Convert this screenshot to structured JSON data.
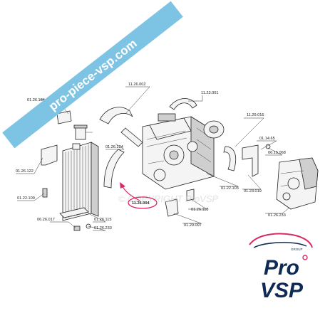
{
  "banner": {
    "text": "pro-piece-vsp.com",
    "color": "#7cc3e4"
  },
  "watermark": {
    "text": "© COPYRIGHT ProVSP"
  },
  "callouts": [
    {
      "id": "c1",
      "code": "01.26.184"
    },
    {
      "id": "c2",
      "code": "11.26.002"
    },
    {
      "id": "c3",
      "code": "11.23.001"
    },
    {
      "id": "c4",
      "code": "11.29.016"
    },
    {
      "id": "c5",
      "code": "01.14.65"
    },
    {
      "id": "c6",
      "code": "06.15.068"
    },
    {
      "id": "c7",
      "code": "01.26.224"
    },
    {
      "id": "c8",
      "code": "01.26.122"
    },
    {
      "id": "c9",
      "code": "01.22.109"
    },
    {
      "id": "c10",
      "code": "06.26.017"
    },
    {
      "id": "c11",
      "code": "01.26.115"
    },
    {
      "id": "c12",
      "code": "01.26.233"
    },
    {
      "id": "c13",
      "code": "11.26.004"
    },
    {
      "id": "c14",
      "code": "01.26.118"
    },
    {
      "id": "c15",
      "code": "01.29.097"
    },
    {
      "id": "c16",
      "code": "01.22.103"
    },
    {
      "id": "c17",
      "code": "01.23.019"
    },
    {
      "id": "c18",
      "code": "01.26.233"
    }
  ],
  "highlight": {
    "code": "11.26.004",
    "color": "#e0245e"
  },
  "logo": {
    "group": "GROUP",
    "line1": "Pro",
    "line2": "VSP",
    "color": "#0f2a55",
    "accent": "#d62a6a"
  }
}
